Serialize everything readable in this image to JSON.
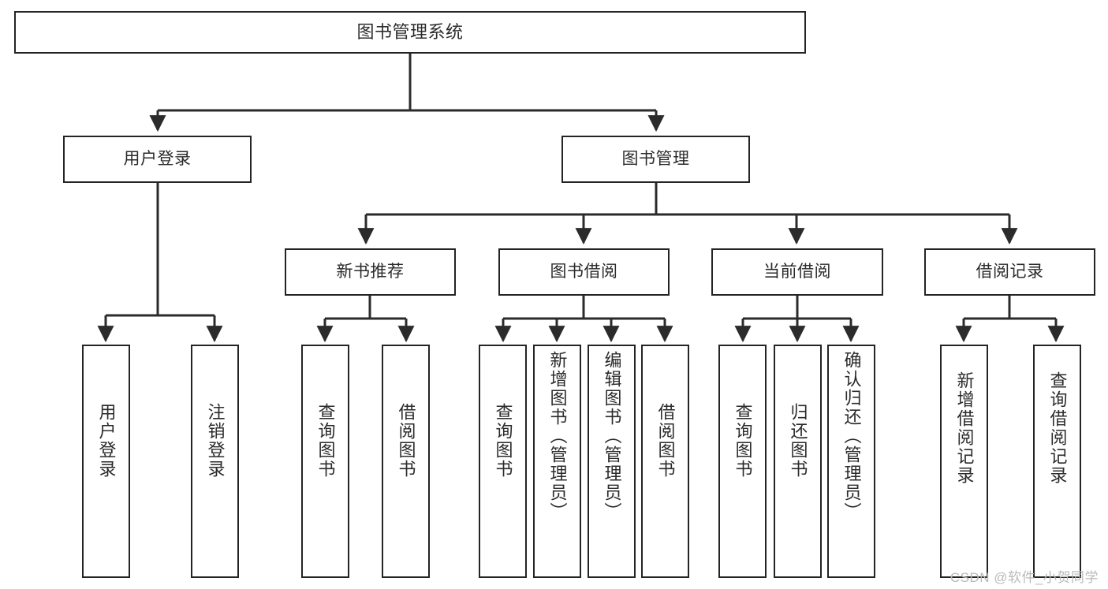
{
  "diagram": {
    "title": "图书管理系统",
    "watermark": "CSDN @软件_小贺同学",
    "colors": {
      "box_border": "#242424",
      "box_fill": "#ffffff",
      "edge": "#2b2b2b",
      "text": "#2b2b2b",
      "watermark": "#b9b9b9",
      "background": "#ffffff"
    },
    "nodes": {
      "root": {
        "label": "图书管理系统"
      },
      "level2": [
        {
          "id": "user-login",
          "label": "用户登录"
        },
        {
          "id": "book-manage",
          "label": "图书管理"
        }
      ],
      "level3": [
        {
          "id": "new-book-recommend",
          "label": "新书推荐"
        },
        {
          "id": "book-borrow",
          "label": "图书借阅"
        },
        {
          "id": "current-borrow",
          "label": "当前借阅"
        },
        {
          "id": "borrow-record",
          "label": "借阅记录"
        }
      ],
      "leaves": {
        "user_login": [
          {
            "id": "leaf-user-login",
            "label": "用户登录"
          },
          {
            "id": "leaf-logout-login",
            "label": "注销登录"
          }
        ],
        "new_book_recommend": [
          {
            "id": "leaf-query-book-1",
            "label": "查询图书"
          },
          {
            "id": "leaf-borrow-book-1",
            "label": "借阅图书"
          }
        ],
        "book_borrow": [
          {
            "id": "leaf-query-book-2",
            "label": "查询图书"
          },
          {
            "id": "leaf-add-book",
            "label": "新增图书（管理员）"
          },
          {
            "id": "leaf-edit-book",
            "label": "编辑图书（管理员）"
          },
          {
            "id": "leaf-borrow-book-2",
            "label": "借阅图书"
          }
        ],
        "current_borrow": [
          {
            "id": "leaf-query-book-3",
            "label": "查询图书"
          },
          {
            "id": "leaf-return-book",
            "label": "归还图书"
          },
          {
            "id": "leaf-confirm-return",
            "label": "确认归还（管理员）"
          }
        ],
        "borrow_record": [
          {
            "id": "leaf-add-borrow-record",
            "label": "新增借阅记录"
          },
          {
            "id": "leaf-query-borrow-record",
            "label": "查询借阅记录"
          }
        ]
      }
    }
  }
}
